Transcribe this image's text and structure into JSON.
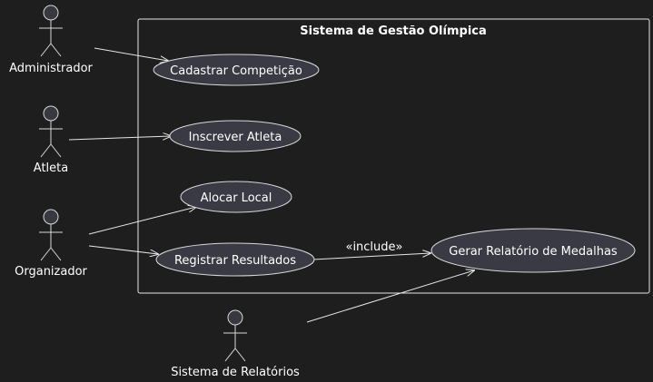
{
  "system_boundary": {
    "title": "Sistema de Gestão Olímpica"
  },
  "actors": [
    {
      "id": "administrador",
      "label": "Administrador"
    },
    {
      "id": "atleta",
      "label": "Atleta"
    },
    {
      "id": "organizador",
      "label": "Organizador"
    },
    {
      "id": "sistema-relatorios",
      "label": "Sistema de Relatórios"
    }
  ],
  "use_cases": [
    {
      "id": "cadastrar-competicao",
      "label": "Cadastrar Competição"
    },
    {
      "id": "inscrever-atleta",
      "label": "Inscrever Atleta"
    },
    {
      "id": "alocar-local",
      "label": "Alocar Local"
    },
    {
      "id": "registrar-resultados",
      "label": "Registrar Resultados"
    },
    {
      "id": "gerar-relatorio-medalhas",
      "label": "Gerar Relatório de Medalhas"
    }
  ],
  "relations": [
    {
      "from": "administrador",
      "to": "cadastrar-competicao",
      "label": ""
    },
    {
      "from": "atleta",
      "to": "inscrever-atleta",
      "label": ""
    },
    {
      "from": "organizador",
      "to": "alocar-local",
      "label": ""
    },
    {
      "from": "organizador",
      "to": "registrar-resultados",
      "label": ""
    },
    {
      "from": "registrar-resultados",
      "to": "gerar-relatorio-medalhas",
      "label": "«include»"
    },
    {
      "from": "sistema-relatorios",
      "to": "gerar-relatorio-medalhas",
      "label": ""
    }
  ],
  "colors": {
    "background": "#1e1e1e",
    "stroke": "#e6e6e6",
    "usecase_fill": "#3a3a44",
    "text": "#ffffff"
  }
}
